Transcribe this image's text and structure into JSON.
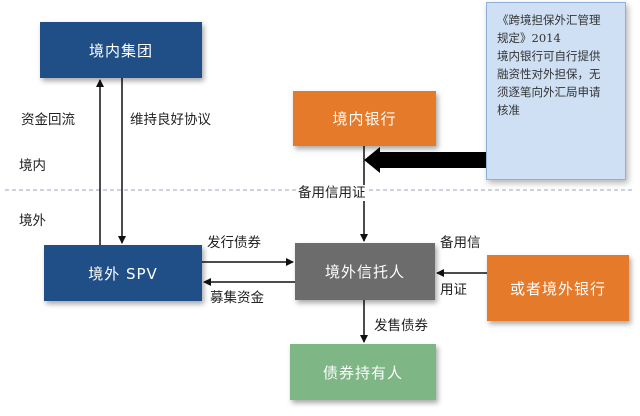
{
  "nodes": {
    "group": "境内集团",
    "spv": "境外 SPV",
    "domestic_bank": "境内银行",
    "trustee": "境外信托人",
    "foreign_bank": "或者境外银行",
    "holders": "债券持有人"
  },
  "regions": {
    "domestic": "境内",
    "overseas": "境外"
  },
  "edges": {
    "fund_return": "资金回流",
    "maintain_agreement": "维持良好协议",
    "standby_lc": "备用信用证",
    "issue_bonds": "发行债券",
    "raise_funds": "募集资金",
    "standby_lc_part1": "备用信",
    "standby_lc_part2": "用证",
    "sell_bonds": "发售债券"
  },
  "note": {
    "lines": [
      "《跨境担保外汇管理",
      "规定》2014",
      "境内银行可自行提供",
      "融资性对外担保，无",
      "须逐笔向外汇局申请",
      "核准"
    ]
  },
  "colors": {
    "navy": "#1f4f86",
    "orange": "#e57a2a",
    "gray": "#6c6c6c",
    "green": "#7fb685",
    "note_bg": "#cfe0f4"
  }
}
